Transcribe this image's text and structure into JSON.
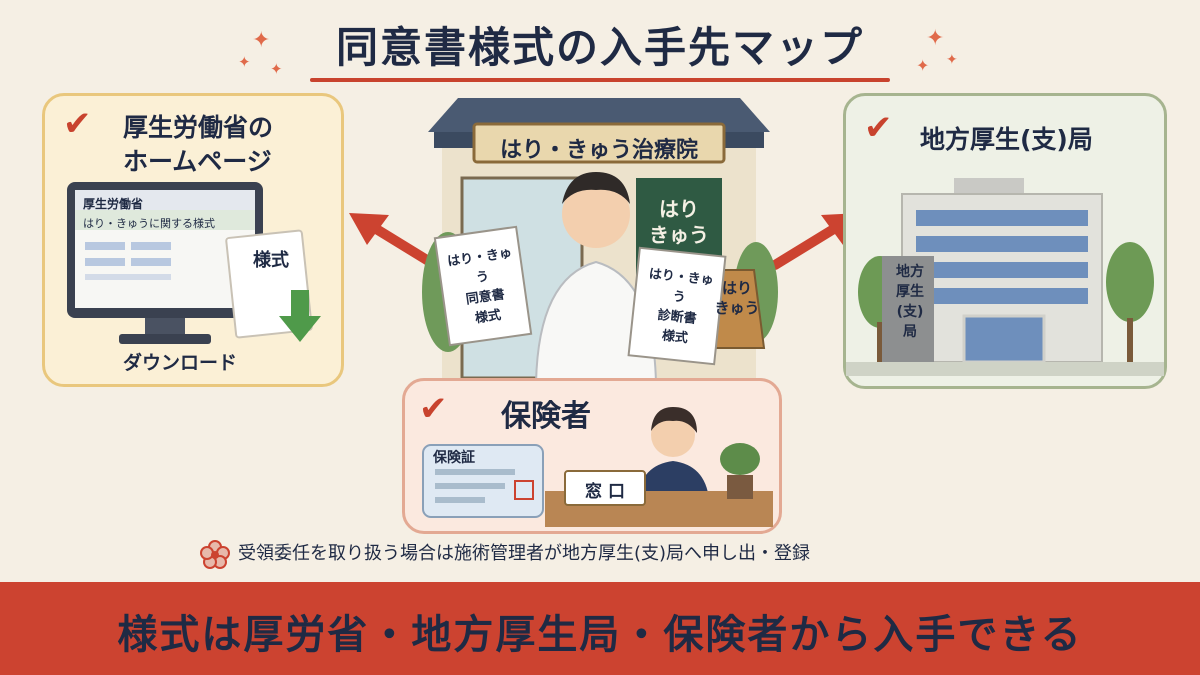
{
  "title": "同意書様式の入手先マップ",
  "colors": {
    "accent": "#cc4330",
    "navy": "#1f2a44",
    "cream": "#fbf0d6",
    "sage": "#eef1e6",
    "peach": "#fbe9df"
  },
  "left": {
    "title_line1": "厚生労働省の",
    "title_line2": "ホームページ",
    "screen_header": "厚生労働省",
    "screen_subheader": "はり・きゅうに関する様式",
    "doc_label": "様式",
    "caption": "ダウンロード"
  },
  "center": {
    "clinic_sign": "はり・きゅう治療院",
    "noren": "はり\nきゅう",
    "doc_left": "はり・きゅう\n同意書\n様式",
    "doc_right": "はり・きゅう\n診断書\n様式",
    "stand_sign": "はり\nきゅう"
  },
  "right": {
    "title": "地方厚生(支)局",
    "building_sign": "地方\n厚生\n(支)\n局"
  },
  "bottom": {
    "title": "保険者",
    "card_label": "保険証",
    "counter_sign": "窓 口"
  },
  "note": "受領委任を取り扱う場合は施術管理者が地方厚生(支)局へ申し出・登録",
  "banner": "様式は厚労省・地方厚生局・保険者から入手できる",
  "icons": [
    "checkmark-icon",
    "arrow-left-icon",
    "arrow-right-icon",
    "download-arrow-icon",
    "flower-note-icon",
    "sparkle-icon"
  ]
}
